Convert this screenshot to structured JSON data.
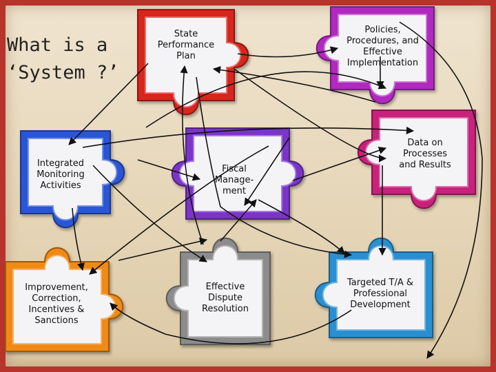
{
  "title": {
    "line1": "What is a",
    "line2": "‘System ?’"
  },
  "pieces": [
    {
      "id": "state-performance-plan",
      "lines": [
        "State",
        "Performance",
        "Plan"
      ],
      "color": "#d7261e"
    },
    {
      "id": "policies-procedures",
      "lines": [
        "Policies,",
        "Procedures, and",
        "Effective",
        "Implementation"
      ],
      "color": "#b02abf"
    },
    {
      "id": "integrated-monitoring",
      "lines": [
        "Integrated",
        "Monitoring",
        "Activities"
      ],
      "color": "#2a55d6"
    },
    {
      "id": "fiscal-management",
      "lines": [
        "Fiscal",
        "Manage-",
        "ment"
      ],
      "color": "#7a34c8"
    },
    {
      "id": "data-processes",
      "lines": [
        "Data on",
        "Processes",
        "and Results"
      ],
      "color": "#c8227c"
    },
    {
      "id": "improvement-correction",
      "lines": [
        "Improvement,",
        "Correction,",
        "Incentives &",
        "Sanctions"
      ],
      "color": "#f08a14"
    },
    {
      "id": "effective-dispute",
      "lines": [
        "Effective",
        "Dispute",
        "Resolution"
      ],
      "color": "#8c8c8c"
    },
    {
      "id": "targeted-ta",
      "lines": [
        "Targeted T/A &",
        "Professional",
        "Development"
      ],
      "color": "#2a8fd0"
    }
  ]
}
